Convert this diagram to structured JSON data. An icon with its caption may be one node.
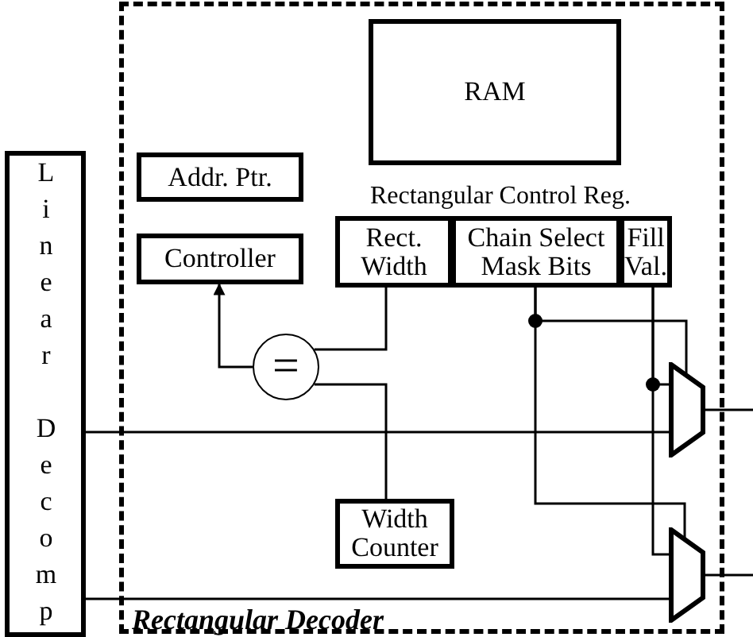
{
  "diagram": {
    "nodes": [
      {
        "text": [
          "Rectangular Decoder"
        ]
      },
      {
        "text": [
          "Linear Decomp"
        ]
      },
      {
        "text": [
          "RAM"
        ],
        "in": 0
      },
      {
        "text": [
          "Addr. Ptr."
        ],
        "in": 0
      },
      {
        "text": [
          "Controller"
        ],
        "in": 0
      },
      {
        "text": [
          "Rectangular Control Reg."
        ],
        "in": 0
      },
      {
        "text": [
          "Rect. Width"
        ],
        "in": 5
      },
      {
        "text": [
          "Chain Select Mask Bits"
        ],
        "in": 5
      },
      {
        "text": [
          "Fill Val."
        ],
        "in": 5
      },
      {
        "text": [
          "="
        ],
        "in": 0
      },
      {
        "text": [
          "Width Counter"
        ],
        "in": 0
      },
      {
        "text": [],
        "shape": "trapezoid",
        "in": 0
      },
      {
        "text": [],
        "shape": "trapezoid",
        "in": 0
      }
    ],
    "edges": [
      {
        "from": 9,
        "to": 4,
        "arrow": "to"
      },
      {
        "from": 6,
        "to": 9,
        "arrow": "none"
      },
      {
        "from": 10,
        "to": 9,
        "arrow": "none"
      },
      {
        "from": 7,
        "to": 11,
        "arrow": "none"
      },
      {
        "from": 7,
        "to": 12,
        "arrow": "none"
      },
      {
        "from": 8,
        "to": 11,
        "arrow": "none"
      },
      {
        "from": 8,
        "to": 12,
        "arrow": "none"
      },
      {
        "from": 1,
        "to": 11,
        "arrow": "none"
      },
      {
        "from": 1,
        "to": 12,
        "arrow": "none"
      },
      {
        "from": 11,
        "to": null,
        "arrow": "none"
      },
      {
        "from": 12,
        "to": null,
        "arrow": "none"
      }
    ]
  }
}
